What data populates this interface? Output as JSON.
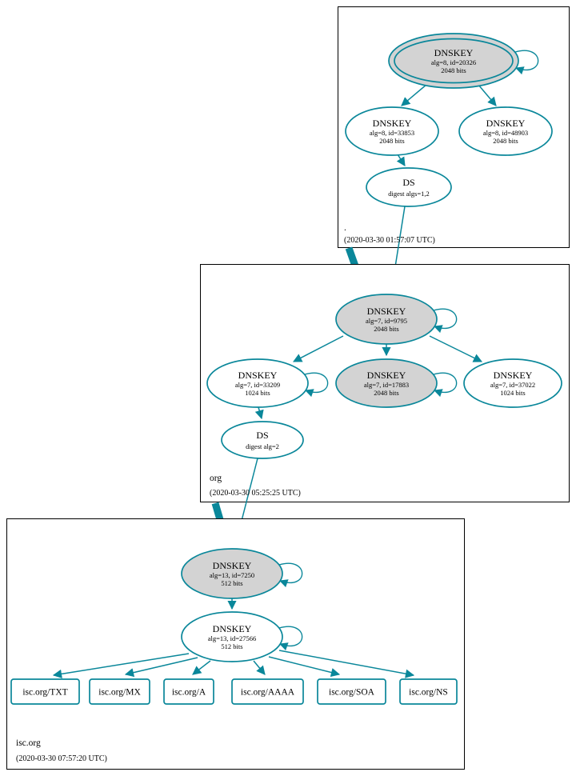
{
  "diagram": {
    "type": "dnssec-authentication-chain",
    "colors": {
      "edge": "#0a879a",
      "ksk_fill": "#d3d3d3",
      "node_fill": "#ffffff",
      "box_border": "#000000"
    },
    "zones": [
      {
        "name": ".",
        "queried": "(2020-03-30 01:57:07 UTC)",
        "nodes": {
          "ksk": {
            "title": "DNSKEY",
            "alg": "alg=8, id=20326",
            "bits": "2048 bits"
          },
          "zsk1": {
            "title": "DNSKEY",
            "alg": "alg=8, id=33853",
            "bits": "2048 bits"
          },
          "zsk2": {
            "title": "DNSKEY",
            "alg": "alg=8, id=48903",
            "bits": "2048 bits"
          },
          "ds": {
            "title": "DS",
            "detail": "digest algs=1,2"
          }
        }
      },
      {
        "name": "org",
        "queried": "(2020-03-30 05:25:25 UTC)",
        "nodes": {
          "ksk": {
            "title": "DNSKEY",
            "alg": "alg=7, id=9795",
            "bits": "2048 bits"
          },
          "zsk1": {
            "title": "DNSKEY",
            "alg": "alg=7, id=33209",
            "bits": "1024 bits"
          },
          "ksk2": {
            "title": "DNSKEY",
            "alg": "alg=7, id=17883",
            "bits": "2048 bits"
          },
          "zsk2": {
            "title": "DNSKEY",
            "alg": "alg=7, id=37022",
            "bits": "1024 bits"
          },
          "ds": {
            "title": "DS",
            "detail": "digest alg=2"
          }
        }
      },
      {
        "name": "isc.org",
        "queried": "(2020-03-30 07:57:20 UTC)",
        "nodes": {
          "ksk": {
            "title": "DNSKEY",
            "alg": "alg=13, id=7250",
            "bits": "512 bits"
          },
          "zsk": {
            "title": "DNSKEY",
            "alg": "alg=13, id=27566",
            "bits": "512 bits"
          }
        },
        "rrsets": [
          "isc.org/TXT",
          "isc.org/MX",
          "isc.org/A",
          "isc.org/AAAA",
          "isc.org/SOA",
          "isc.org/NS"
        ]
      }
    ]
  }
}
